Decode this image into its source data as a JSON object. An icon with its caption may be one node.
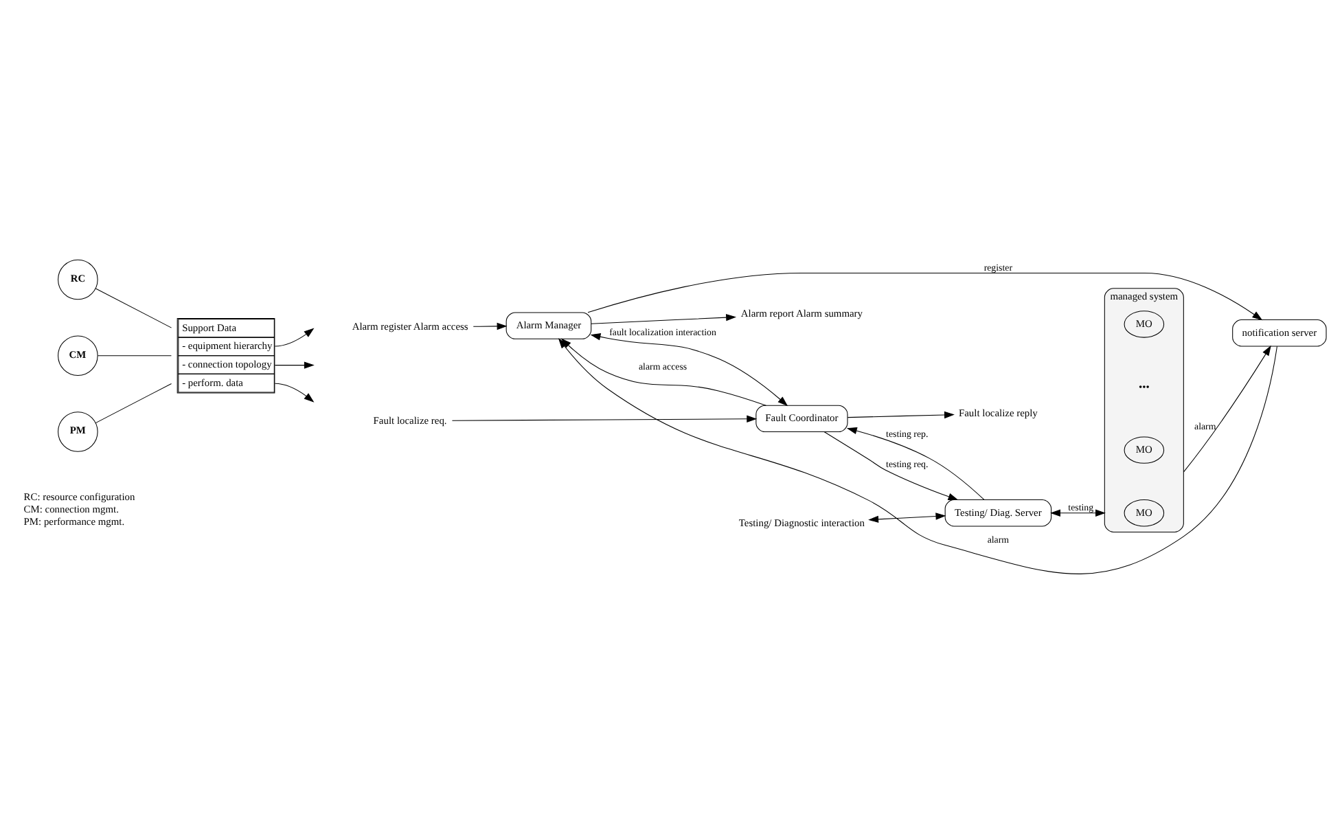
{
  "diagram": {
    "nodes": [
      {
        "text": [
          "RC"
        ]
      },
      {
        "text": [
          "CM"
        ]
      },
      {
        "text": [
          "PM"
        ]
      },
      {
        "text": [
          "Support Data",
          "- equipment hierarchy",
          "- connection topology",
          "- perform. data"
        ]
      },
      {
        "text": [
          "Alarm Manager"
        ]
      },
      {
        "text": [
          "Fault Coordinator"
        ]
      },
      {
        "text": [
          "Testing/ Diag. Server"
        ]
      },
      {
        "text": [
          "notification server"
        ]
      },
      {
        "text": [
          "managed system"
        ]
      },
      {
        "text": [
          "MO"
        ],
        "in": 8
      },
      {
        "text": [
          "MO"
        ],
        "in": 8
      },
      {
        "text": [
          "MO"
        ],
        "in": 8
      },
      {
        "text": [
          "Alarm register Alarm access"
        ]
      },
      {
        "text": [
          "Alarm report Alarm summary"
        ]
      },
      {
        "text": [
          "Fault localize req."
        ]
      },
      {
        "text": [
          "Fault localize reply"
        ]
      },
      {
        "text": [
          "Testing/ Diagnostic interaction"
        ]
      }
    ],
    "edges": [
      {
        "from": 0,
        "to": 3,
        "arrow": "none"
      },
      {
        "from": 1,
        "to": 3,
        "arrow": "none"
      },
      {
        "from": 2,
        "to": 3,
        "arrow": "none"
      },
      {
        "from": 3,
        "to": null,
        "arrow": "to"
      },
      {
        "from": 3,
        "to": null,
        "arrow": "to"
      },
      {
        "from": 3,
        "to": null,
        "arrow": "to"
      },
      {
        "from": 12,
        "to": 4,
        "arrow": "to"
      },
      {
        "from": 4,
        "to": 13,
        "arrow": "to"
      },
      {
        "from": 14,
        "to": 5,
        "arrow": "to"
      },
      {
        "from": 5,
        "to": 15,
        "arrow": "to"
      },
      {
        "from": 4,
        "to": 5,
        "label": "fault localization interaction",
        "arrow": "both"
      },
      {
        "from": 5,
        "to": 4,
        "label": "alarm access",
        "arrow": "to"
      },
      {
        "from": 5,
        "to": 6,
        "label": "testing req.",
        "arrow": "to"
      },
      {
        "from": 6,
        "to": 5,
        "label": "testing rep.",
        "arrow": "to"
      },
      {
        "from": 16,
        "to": 6,
        "arrow": "both"
      },
      {
        "from": 6,
        "to": 8,
        "label": "testing",
        "arrow": "both"
      },
      {
        "from": 8,
        "to": 7,
        "label": "alarm",
        "arrow": "to"
      },
      {
        "from": 4,
        "to": 7,
        "label": "register",
        "arrow": "to"
      },
      {
        "from": 7,
        "to": 4,
        "label": "alarm",
        "arrow": "to"
      }
    ],
    "labels": [
      "•••",
      "RC: resource configuration",
      "CM: connection mgmt.",
      "PM: performance mgmt."
    ]
  }
}
